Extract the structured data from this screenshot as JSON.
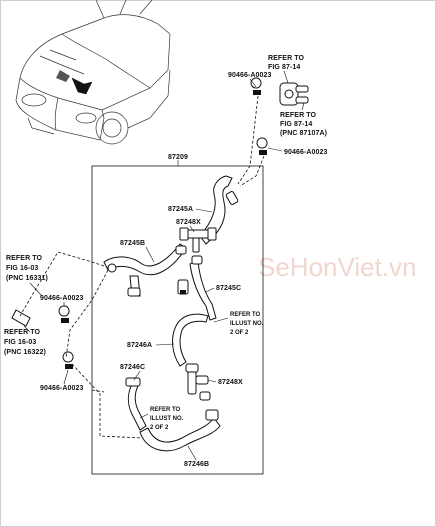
{
  "watermark": "SeHonViet.vn",
  "labels": {
    "main_group": "87209",
    "hose_87245a": "87245A",
    "pipe_87248x_upper": "87248X",
    "hose_87245b": "87245B",
    "hose_87245c": "87245C",
    "hose_87246a": "87246A",
    "hose_87246c": "87246C",
    "pipe_87248x_lower": "87248X",
    "hose_87246b": "87246B",
    "clamp_top": "90466-A0023",
    "clamp_right": "90466-A0023",
    "clamp_left": "90466-A0023",
    "clamp_bottom_left": "90466-A0023"
  },
  "references": {
    "fig_87_14_top": [
      "REFER TO",
      "FIG 87-14"
    ],
    "fig_87_14_pnc": [
      "REFER TO",
      "FIG 87-14",
      "(PNC 87107A)"
    ],
    "fig_16_03_a": [
      "REFER TO",
      "FIG 16-03",
      "(PNC 16331)"
    ],
    "fig_16_03_b": [
      "REFER TO",
      "FIG 16-03",
      "(PNC 16322)"
    ],
    "illust_right": [
      "REFER TO",
      "ILLUST NO.",
      "2 OF 2"
    ],
    "illust_left": [
      "REFER TO",
      "ILLUST NO.",
      "2 OF 2"
    ]
  },
  "icons": [
    "vehicle-illustration",
    "hose-clamp-icon",
    "heater-valve-icon",
    "hose-joint-icon"
  ]
}
